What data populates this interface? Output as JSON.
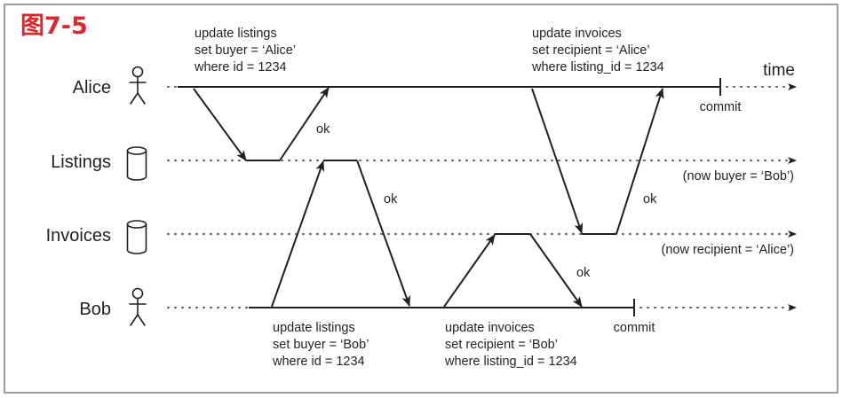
{
  "figure": {
    "title": "图7-5",
    "title_color": "#e4242b",
    "border_color": "#7f7f7f",
    "line_color": "#231f20"
  },
  "actors": [
    {
      "name": "Alice",
      "icon": "person-icon"
    },
    {
      "name": "Listings",
      "icon": "database-icon"
    },
    {
      "name": "Invoices",
      "icon": "database-icon"
    },
    {
      "name": "Bob",
      "icon": "person-icon"
    }
  ],
  "time_label": "time",
  "alice": {
    "req1": [
      "update listings",
      "set buyer = ‘Alice’",
      "where id = 1234"
    ],
    "ok1": "ok",
    "req2": [
      "update invoices",
      "set recipient = ‘Alice’",
      "where listing_id = 1234"
    ],
    "ok2": "ok",
    "commit": "commit"
  },
  "bob": {
    "req1": [
      "update listings",
      "set buyer = ‘Bob’",
      "where id = 1234"
    ],
    "ok1": "ok",
    "req2": [
      "update invoices",
      "set recipient = ‘Bob’",
      "where listing_id = 1234"
    ],
    "ok2": "ok",
    "commit": "commit"
  },
  "listings_state": "(now buyer = ‘Bob’)",
  "invoices_state": "(now recipient = ‘Alice’)"
}
